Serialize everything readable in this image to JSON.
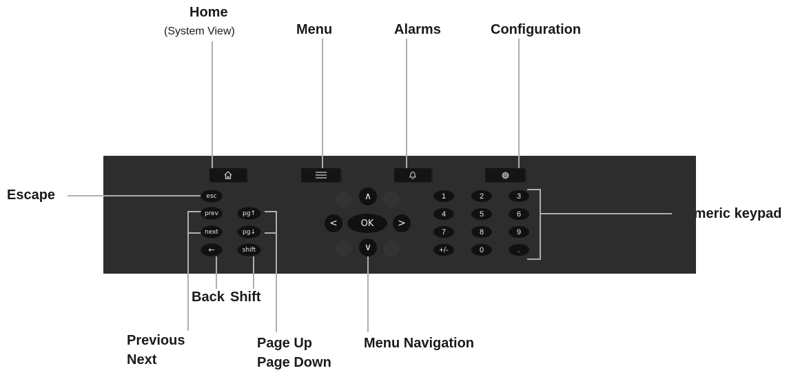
{
  "labels": {
    "home": "Home",
    "home_sub": "(System View)",
    "menu": "Menu",
    "alarms": "Alarms",
    "configuration": "Configuration",
    "escape": "Escape",
    "numeric_keypad": "Numeric keypad",
    "back": "Back",
    "shift": "Shift",
    "previous": "Previous",
    "next": "Next",
    "page_up": "Page Up",
    "page_down": "Page Down",
    "menu_navigation": "Menu Navigation"
  },
  "function_keys": {
    "home_icon": "home-icon",
    "menu_icon": "hamburger-icon",
    "alarm_icon": "bell-icon",
    "config_icon": "gear-icon"
  },
  "left_keys": {
    "esc": "esc",
    "prev": "prev",
    "next": "next",
    "back": "←",
    "pgup": "pg↑",
    "pgdn": "pg↓",
    "shift": "shift"
  },
  "nav_keys": {
    "up": "∧",
    "down": "∨",
    "left": "<",
    "right": ">",
    "ok": "OK"
  },
  "numpad": [
    "1",
    "2",
    "3",
    "4",
    "5",
    "6",
    "7",
    "8",
    "9",
    "+/-",
    "0",
    "."
  ],
  "colors": {
    "panel": "#2d2d2d",
    "key": "#111111",
    "leader_line": "#b9aca2"
  }
}
